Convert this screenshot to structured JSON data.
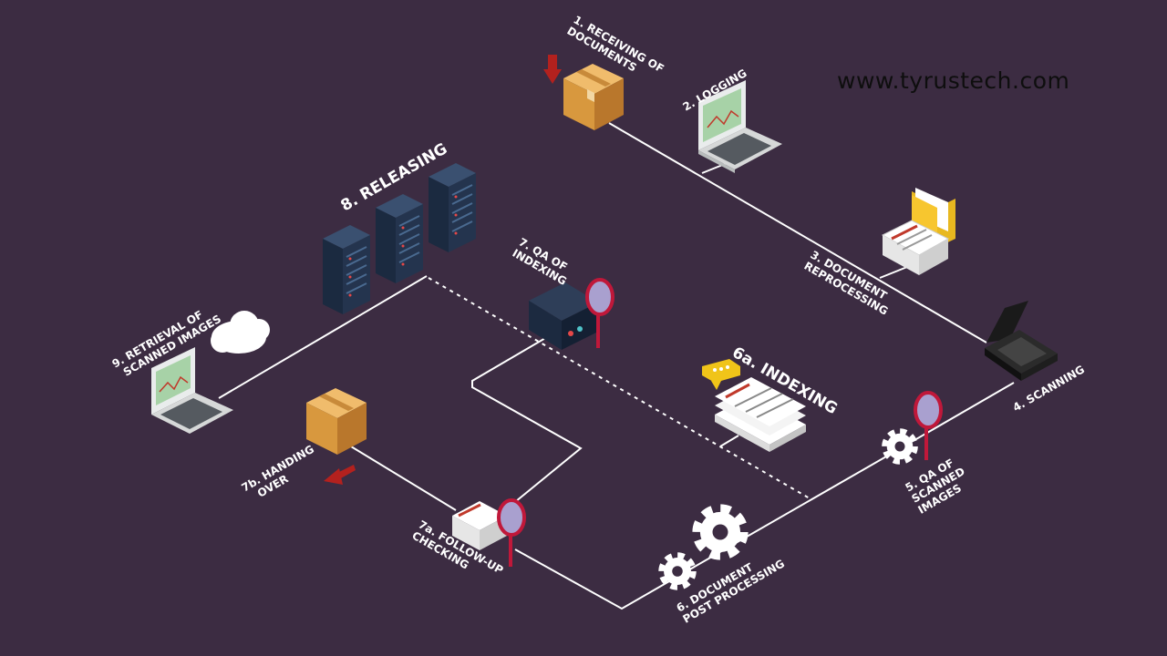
{
  "website": "www.tyrustech.com",
  "steps": {
    "s1": [
      "1. RECEIVING OF",
      "DOCUMENTS"
    ],
    "s2": [
      "2. LOGGING"
    ],
    "s3": [
      "3. DOCUMENT",
      "REPROCESSING"
    ],
    "s4": [
      "4. SCANNING"
    ],
    "s5": [
      "5. QA OF",
      "SCANNED",
      "IMAGES"
    ],
    "s6": [
      "6. DOCUMENT",
      "POST PROCESSING"
    ],
    "s6a": [
      "6a. INDEXING"
    ],
    "s7": [
      "7. QA OF",
      "INDEXING"
    ],
    "s7a": [
      "7a. FOLLOW-UP",
      "CHECKING"
    ],
    "s7b": [
      "7b. HANDING",
      "OVER"
    ],
    "s8": [
      "8. RELEASING"
    ],
    "s9": [
      "9. RETRIEVAL OF",
      "SCANNED IMAGES"
    ]
  }
}
